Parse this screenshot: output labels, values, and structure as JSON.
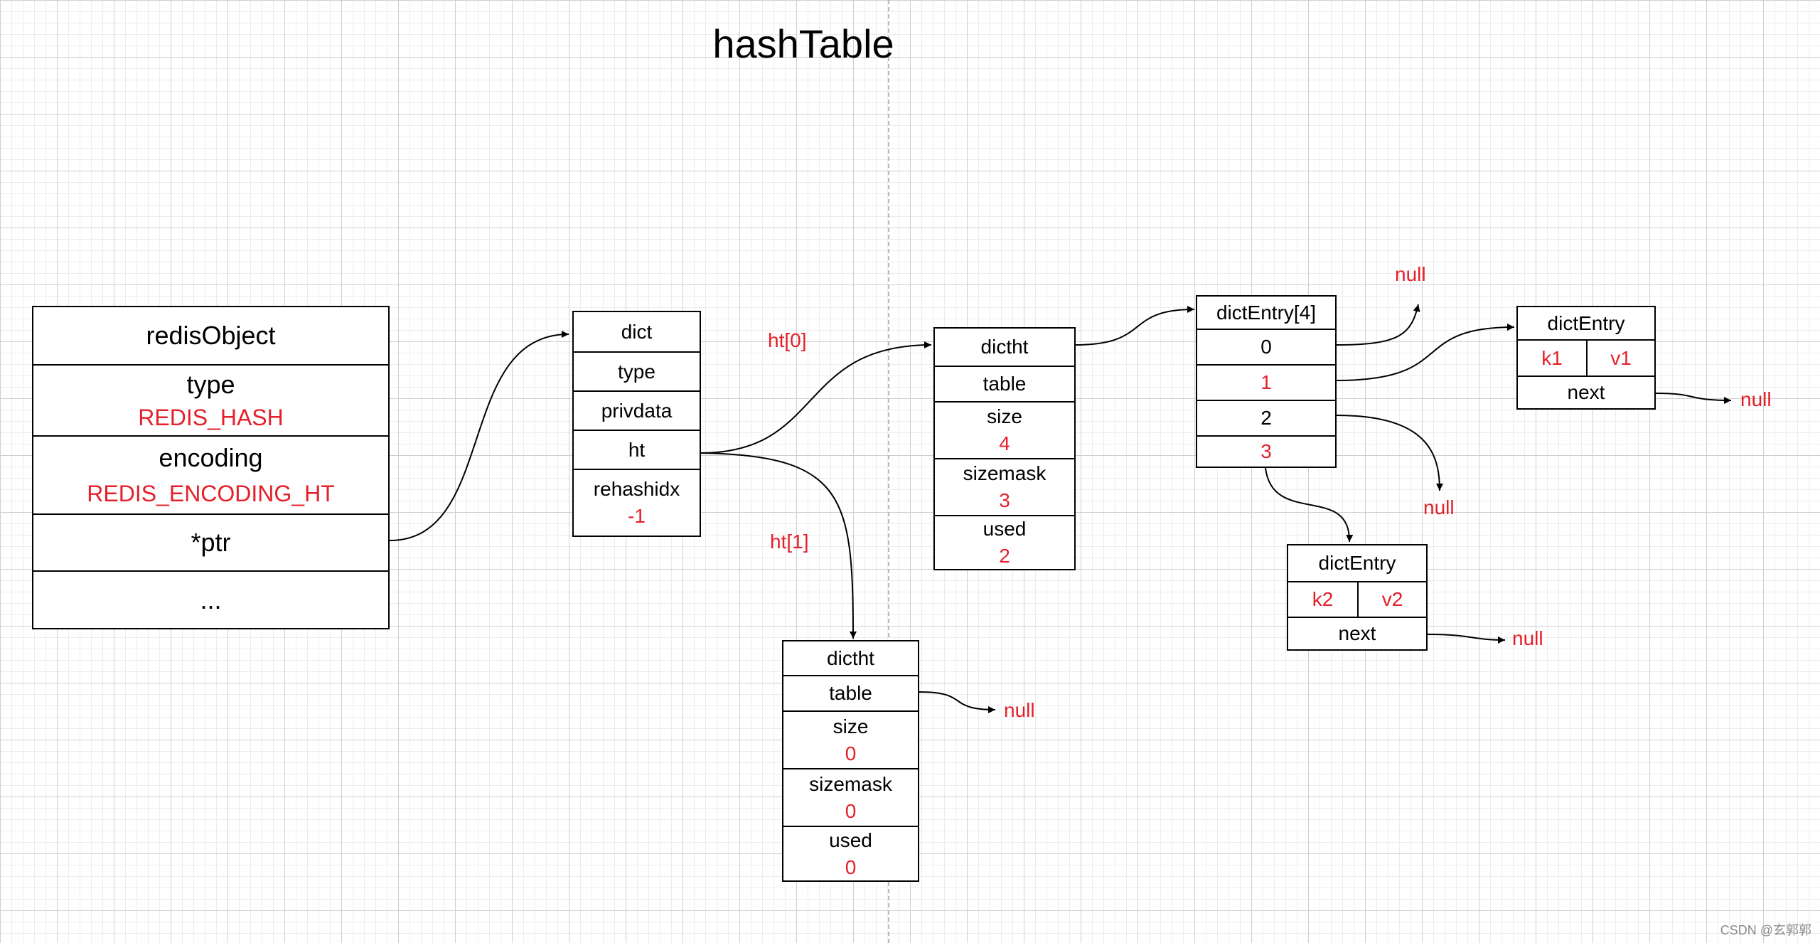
{
  "title": "hashTable",
  "redisObject": {
    "header": "redisObject",
    "type_label": "type",
    "type_value": "REDIS_HASH",
    "encoding_label": "encoding",
    "encoding_value": "REDIS_ENCODING_HT",
    "ptr": "*ptr",
    "more": "..."
  },
  "dict": {
    "header": "dict",
    "type": "type",
    "privdata": "privdata",
    "ht": "ht",
    "rehashidx_label": "rehashidx",
    "rehashidx_value": "-1"
  },
  "edges": {
    "ht0": "ht[0]",
    "ht1": "ht[1]"
  },
  "dictht0": {
    "header": "dictht",
    "table": "table",
    "size_label": "size",
    "size_value": "4",
    "sizemask_label": "sizemask",
    "sizemask_value": "3",
    "used_label": "used",
    "used_value": "2"
  },
  "dictht1": {
    "header": "dictht",
    "table": "table",
    "size_label": "size",
    "size_value": "0",
    "sizemask_label": "sizemask",
    "sizemask_value": "0",
    "used_label": "used",
    "used_value": "0"
  },
  "entryArray": {
    "header": "dictEntry[4]",
    "slots": [
      "0",
      "1",
      "2",
      "3"
    ]
  },
  "entry1": {
    "header": "dictEntry",
    "key": "k1",
    "value": "v1",
    "next": "next"
  },
  "entry2": {
    "header": "dictEntry",
    "key": "k2",
    "value": "v2",
    "next": "next"
  },
  "null_label": "null",
  "watermark": "CSDN @玄郭郭",
  "colors": {
    "accent_red": "#e4202a",
    "grid": "#cfcfcf",
    "stroke": "#000000"
  }
}
